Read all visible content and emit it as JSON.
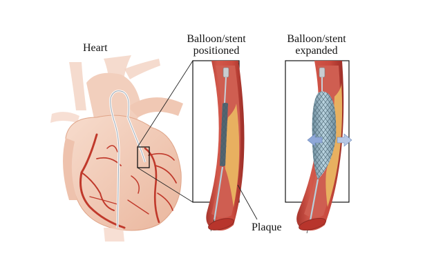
{
  "labels": {
    "heart": "Heart",
    "panel_positioned": [
      "Balloon/stent",
      "positioned"
    ],
    "panel_expanded": [
      "Balloon/stent",
      "expanded"
    ],
    "plaque": "Plaque"
  },
  "colors": {
    "heart_tissue": "#f2c8b3",
    "heart_shadow": "#e3a88e",
    "artery_red": "#c0392b",
    "vessel_wall": "#b7443a",
    "vessel_inner": "#d9675a",
    "plaque": "#e8b060",
    "stent": "#8fb1c2",
    "arrow": "#8fa8d8",
    "outline": "#111111"
  }
}
